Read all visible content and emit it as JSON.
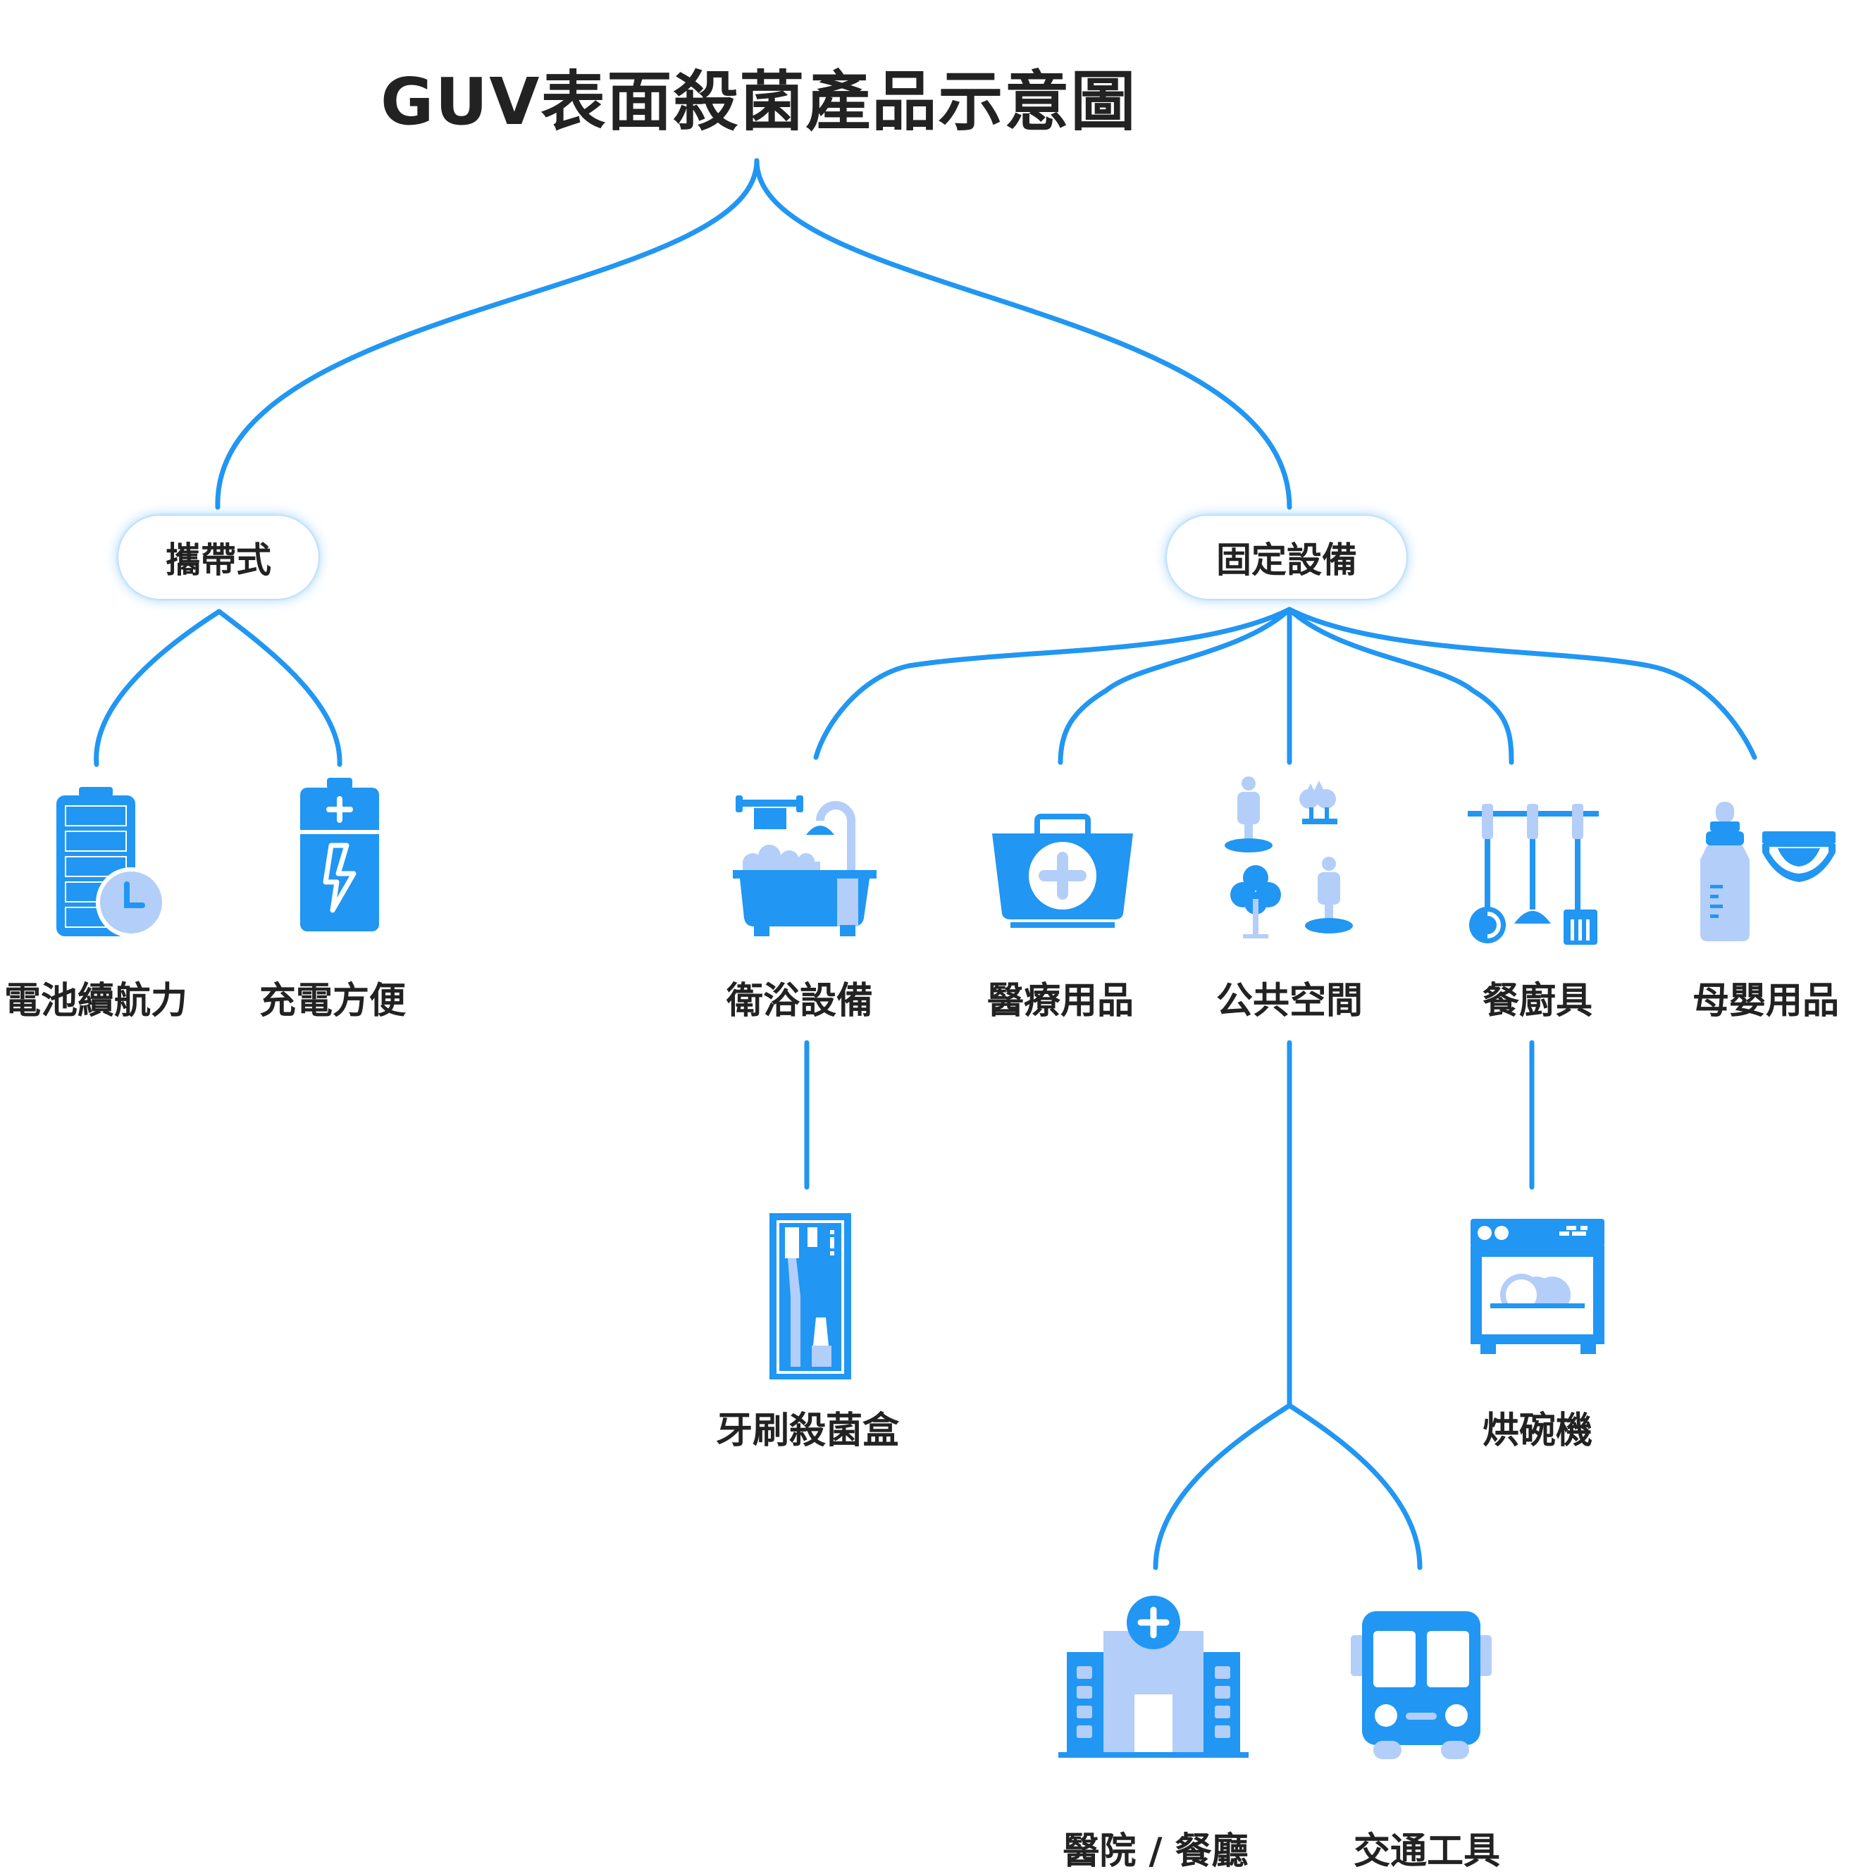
{
  "title": "GUV表面殺菌產品示意圖",
  "colors": {
    "primary": "#2196F3",
    "light": "#B3CEF8",
    "text": "#222222"
  },
  "categories": {
    "portable": {
      "label": "攜帶式",
      "children": [
        {
          "label": "電池續航力",
          "icon": "battery-clock-icon"
        },
        {
          "label": "充電方便",
          "icon": "battery-charge-icon"
        }
      ]
    },
    "fixed": {
      "label": "固定設備",
      "children": [
        {
          "label": "衛浴設備",
          "icon": "bathtub-icon"
        },
        {
          "label": "醫療用品",
          "icon": "medical-kit-icon"
        },
        {
          "label": "公共空間",
          "icon": "park-icon"
        },
        {
          "label": "餐廚具",
          "icon": "kitchen-utensils-icon"
        },
        {
          "label": "母嬰用品",
          "icon": "baby-bottle-diaper-icon"
        }
      ]
    }
  },
  "sub_items": {
    "bathroom": {
      "label": "牙刷殺菌盒",
      "icon": "toothbrush-box-icon"
    },
    "kitchen": {
      "label": "烘碗機",
      "icon": "dish-dryer-icon"
    },
    "public": [
      {
        "label": "醫院 / 餐廳",
        "icon": "hospital-icon"
      },
      {
        "label": "交通工具",
        "icon": "bus-icon"
      }
    ]
  }
}
